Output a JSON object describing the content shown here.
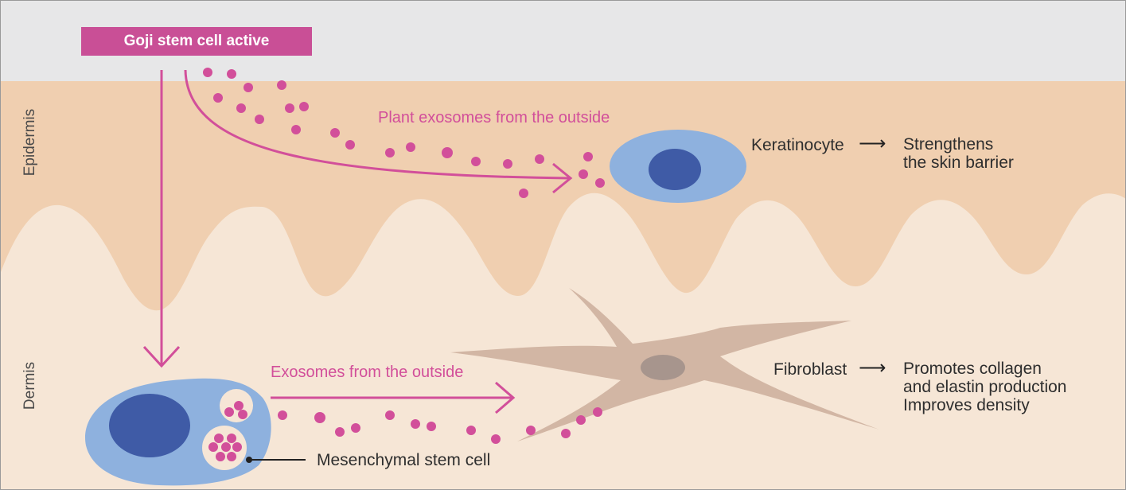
{
  "source": {
    "label": "Goji stem cell active"
  },
  "layers": {
    "epidermis": "Epidermis",
    "dermis": "Dermis"
  },
  "paths": {
    "plant": "Plant exosomes from the outside",
    "exosomes": "Exosomes from the outside"
  },
  "cells": {
    "keratinocyte": {
      "name": "Keratinocyte",
      "effect_line1": "Strengthens",
      "effect_line2": "the skin barrier"
    },
    "fibroblast": {
      "name": "Fibroblast",
      "effect_line1": "Promotes collagen",
      "effect_line2": "and elastin production",
      "effect_line3": "Improves density"
    },
    "msc": {
      "name": "Mesenchymal stem cell"
    }
  },
  "colors": {
    "sky": "#e7e7e8",
    "epidermis": "#f0cfb0",
    "dermis": "#f6e6d6",
    "accent": "#d24f9a",
    "cell_blue": "#8eb1de",
    "nucleus": "#3f5ba6",
    "fibroblast": "#d2b6a4",
    "fibro_nucleus": "#a7958d"
  }
}
